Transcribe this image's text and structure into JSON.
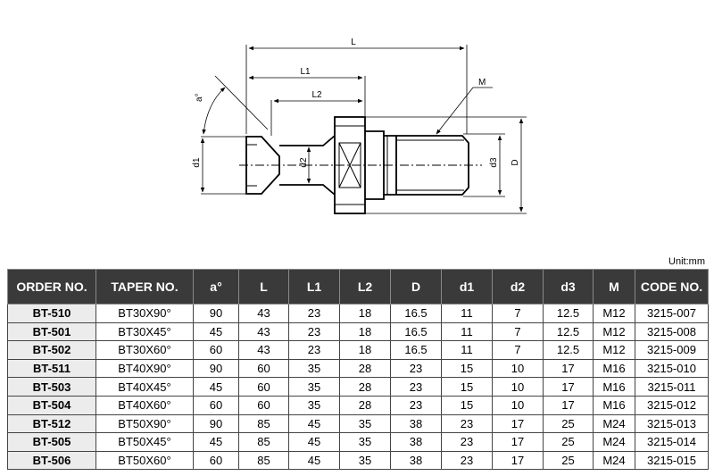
{
  "drawing": {
    "labels": {
      "L": "L",
      "L1": "L1",
      "L2": "L2",
      "M": "M",
      "a": "a°",
      "d1": "d1",
      "d2": "d2",
      "d3": "d3",
      "D": "D"
    }
  },
  "unit": "Unit:mm",
  "table": {
    "headers": [
      "ORDER NO.",
      "TAPER NO.",
      "a°",
      "L",
      "L1",
      "L2",
      "D",
      "d1",
      "d2",
      "d3",
      "M",
      "CODE NO."
    ],
    "rows": [
      [
        "BT-510",
        "BT30X90°",
        "90",
        "43",
        "23",
        "18",
        "16.5",
        "11",
        "7",
        "12.5",
        "M12",
        "3215-007"
      ],
      [
        "BT-501",
        "BT30X45°",
        "45",
        "43",
        "23",
        "18",
        "16.5",
        "11",
        "7",
        "12.5",
        "M12",
        "3215-008"
      ],
      [
        "BT-502",
        "BT30X60°",
        "60",
        "43",
        "23",
        "18",
        "16.5",
        "11",
        "7",
        "12.5",
        "M12",
        "3215-009"
      ],
      [
        "BT-511",
        "BT40X90°",
        "90",
        "60",
        "35",
        "28",
        "23",
        "15",
        "10",
        "17",
        "M16",
        "3215-010"
      ],
      [
        "BT-503",
        "BT40X45°",
        "45",
        "60",
        "35",
        "28",
        "23",
        "15",
        "10",
        "17",
        "M16",
        "3215-011"
      ],
      [
        "BT-504",
        "BT40X60°",
        "60",
        "60",
        "35",
        "28",
        "23",
        "15",
        "10",
        "17",
        "M16",
        "3215-012"
      ],
      [
        "BT-512",
        "BT50X90°",
        "90",
        "85",
        "45",
        "35",
        "38",
        "23",
        "17",
        "25",
        "M24",
        "3215-013"
      ],
      [
        "BT-505",
        "BT50X45°",
        "45",
        "85",
        "45",
        "35",
        "38",
        "23",
        "17",
        "25",
        "M24",
        "3215-014"
      ],
      [
        "BT-506",
        "BT50X60°",
        "60",
        "85",
        "45",
        "35",
        "38",
        "23",
        "17",
        "25",
        "M24",
        "3215-015"
      ]
    ]
  }
}
